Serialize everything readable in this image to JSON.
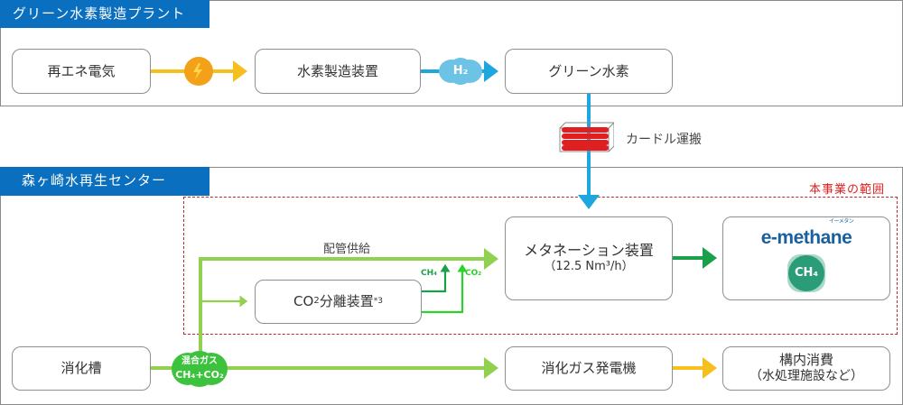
{
  "sections": {
    "plant": {
      "title": "グリーン水素製造プラント"
    },
    "center": {
      "title": "森ヶ崎水再生センター"
    }
  },
  "scope": {
    "label": "本事業の範囲",
    "color": "#e02020"
  },
  "nodes": {
    "renewable": {
      "label": "再エネ電気"
    },
    "electrolyzer": {
      "label": "水素製造装置"
    },
    "green_h2": {
      "label": "グリーン水素"
    },
    "methanation": {
      "label": "メタネーション装置",
      "sub": "（12.5 Nm³/h）"
    },
    "emethane": {
      "logo": "e-methane",
      "logo_ruby": "イーメタン",
      "badge": "CH₄"
    },
    "co2_sep": {
      "label_prefix": "CO",
      "label_sub": "2",
      "label_suffix": "分離装置",
      "label_sup": "*3"
    },
    "digester": {
      "label": "消化槽"
    },
    "generator": {
      "label": "消化ガス発電機"
    },
    "consumption": {
      "label": "構内消費",
      "sub": "（水処理施設など）"
    }
  },
  "badges": {
    "electricity": {
      "icon": "lightning-icon"
    },
    "h2": {
      "text": "H₂"
    },
    "mixed_gas": {
      "line1": "混合ガス",
      "line2": "CH₄+CO₂"
    }
  },
  "edge_labels": {
    "transport": "カードル運搬",
    "pipeline": "配管供給",
    "ch4": "CH₄",
    "co2": "CO₂"
  },
  "colors": {
    "section_header": "#0b6fc0",
    "electricity_flow": "#f5bf1e",
    "hydrogen_flow": "#1ea7df",
    "biogas_flow": "#92d050",
    "ch4_flow": "#1aa04a",
    "co2_flow": "#2dd02d",
    "emethane_badge": "#2a9d78"
  }
}
